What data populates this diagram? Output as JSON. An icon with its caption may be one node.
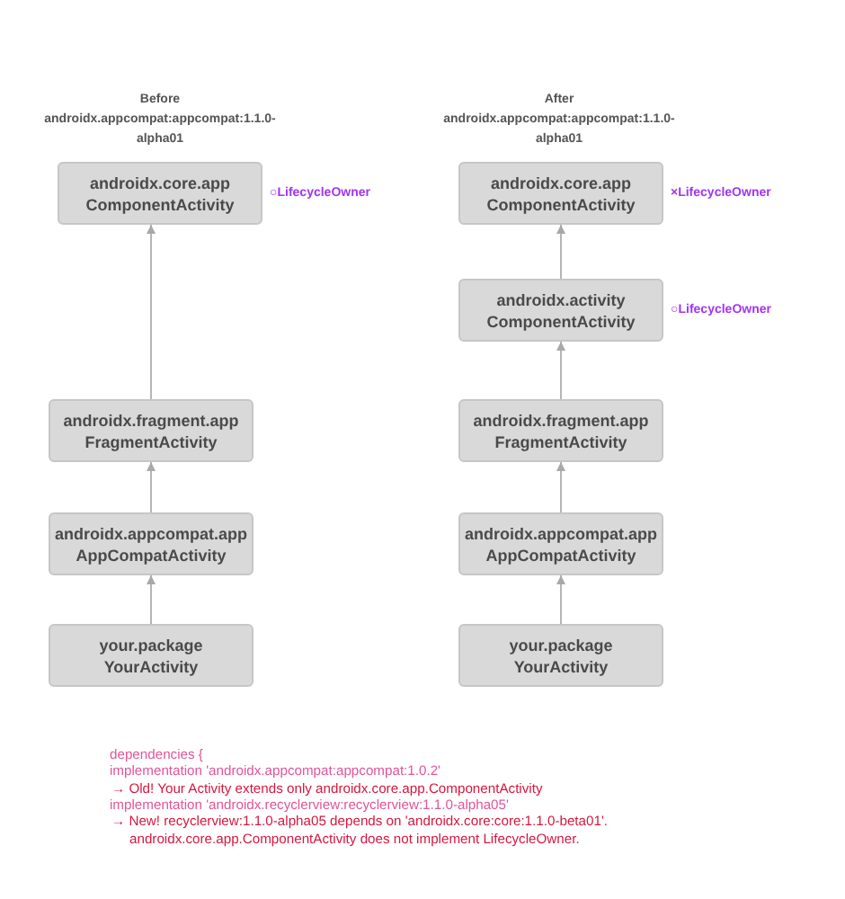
{
  "diagram": {
    "nodes": [
      {
        "text": [
          "androidx.core.app",
          "ComponentActivity"
        ],
        "beside": [
          "○LifecycleOwner"
        ]
      },
      {
        "text": [
          "androidx.fragment.app",
          "FragmentActivity"
        ]
      },
      {
        "text": [
          "androidx.appcompat.app",
          "AppCompatActivity"
        ]
      },
      {
        "text": [
          "your.package",
          "YourActivity"
        ]
      },
      {
        "text": [
          "androidx.core.app",
          "ComponentActivity"
        ],
        "beside": [
          "×LifecycleOwner"
        ]
      },
      {
        "text": [
          "androidx.activity",
          "ComponentActivity"
        ],
        "beside": [
          "○LifecycleOwner"
        ]
      },
      {
        "text": [
          "androidx.fragment.app",
          "FragmentActivity"
        ]
      },
      {
        "text": [
          "androidx.appcompat.app",
          "AppCompatActivity"
        ]
      },
      {
        "text": [
          "your.package",
          "YourActivity"
        ]
      }
    ],
    "edges": [
      {
        "from": 1,
        "to": 0,
        "arrow": "to"
      },
      {
        "from": 2,
        "to": 1,
        "arrow": "to"
      },
      {
        "from": 3,
        "to": 2,
        "arrow": "to"
      },
      {
        "from": 5,
        "to": 4,
        "arrow": "to"
      },
      {
        "from": 6,
        "to": 5,
        "arrow": "to"
      },
      {
        "from": 7,
        "to": 6,
        "arrow": "to"
      },
      {
        "from": 8,
        "to": 7,
        "arrow": "to"
      }
    ],
    "labels": [
      "Before androidx.appcompat:appcompat:1.1.0-alpha01",
      "After androidx.appcompat:appcompat:1.1.0-alpha01",
      "dependencies {",
      "implementation 'androidx.appcompat:appcompat:1.0.2'",
      "→ Old! Your Activity extends only androidx.core.app.ComponentActivity",
      "implementation 'androidx.recyclerview:recyclerview:1.1.0-alpha05'",
      "→ New! recyclerview:1.1.0-alpha05 depends on 'androidx.core:core:1.1.0-beta01'. androidx.core.app.ComponentActivity does not implement LifecycleOwner."
    ]
  }
}
